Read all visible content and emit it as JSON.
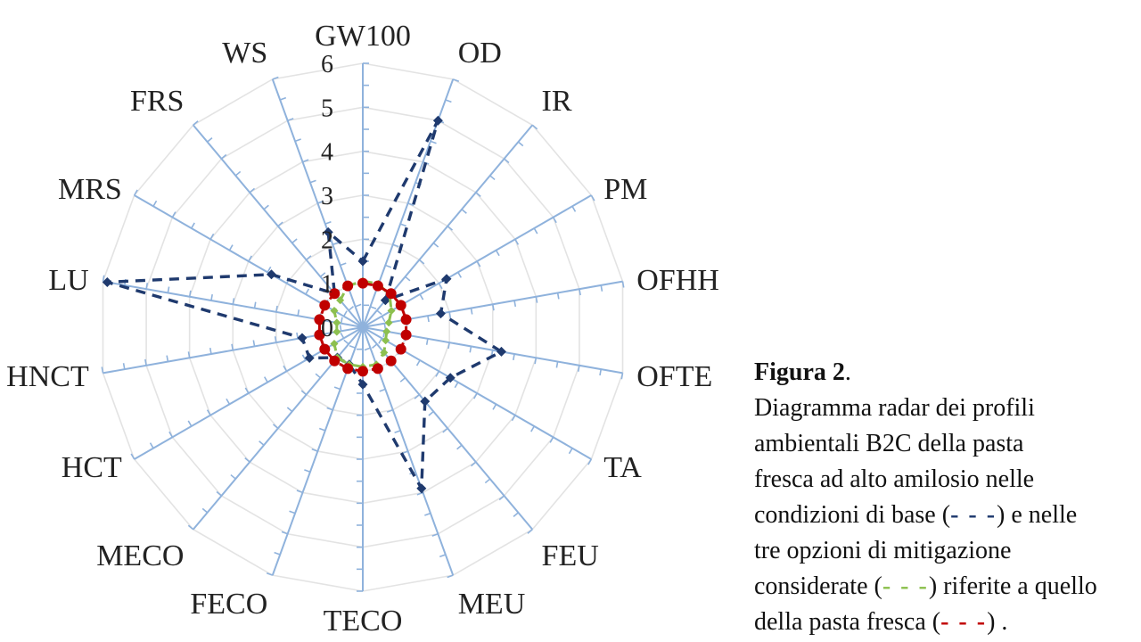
{
  "chart_data": {
    "type": "radar",
    "axes": [
      "GW100",
      "OD",
      "IR",
      "PM",
      "OFHH",
      "OFTE",
      "TA",
      "FEU",
      "MEU",
      "TECO",
      "FECO",
      "MECO",
      "HCT",
      "HNCT",
      "LU",
      "MRS",
      "FRS",
      "WS"
    ],
    "rlim": [
      0,
      6
    ],
    "ticks": [
      "0",
      "1",
      "2",
      "3",
      "4",
      "5",
      "6"
    ],
    "grid": true,
    "series": [
      {
        "color": "#1f3a6e",
        "style": "dashed",
        "marker": "diamond",
        "values": [
          1.5,
          5.0,
          0.8,
          2.2,
          1.8,
          3.2,
          2.3,
          2.2,
          3.9,
          1.3,
          0.9,
          0.9,
          1.4,
          1.4,
          5.9,
          2.4,
          1.0,
          2.3
        ]
      },
      {
        "color": "#8dc04f",
        "style": "dashed",
        "marker": "diamond",
        "values": [
          1.05,
          1.05,
          0.95,
          0.75,
          0.6,
          0.55,
          0.6,
          0.75,
          0.9,
          0.9,
          0.9,
          0.9,
          0.75,
          0.6,
          0.6,
          0.75,
          0.8,
          1.0
        ]
      },
      {
        "color": "#c00000",
        "style": "dashed",
        "marker": "circle",
        "values": [
          1,
          1,
          1,
          1,
          1,
          1,
          1,
          1,
          1,
          1,
          1,
          1,
          1,
          1,
          1,
          1,
          1,
          1
        ]
      }
    ]
  },
  "caption": {
    "title": "Figura 2",
    "title_suffix": ".",
    "line1": "Diagramma radar dei profili",
    "line2": "ambientali B2C della pasta",
    "line3": "fresca ad alto amilosio nelle",
    "line4a": "condizioni di base (",
    "legend_base": "- - -",
    "line4b": ") e nelle",
    "line5": "tre opzioni di mitigazione",
    "line6a": "considerate (",
    "legend_mitig": "- - -",
    "line6b": ") riferite a quello",
    "line7a": "della pasta fresca (",
    "legend_fresh": "- - -",
    "line7b": ") .",
    "colors": {
      "base": "#1f3a6e",
      "mitig": "#8dc04f",
      "fresh": "#c00000"
    }
  }
}
